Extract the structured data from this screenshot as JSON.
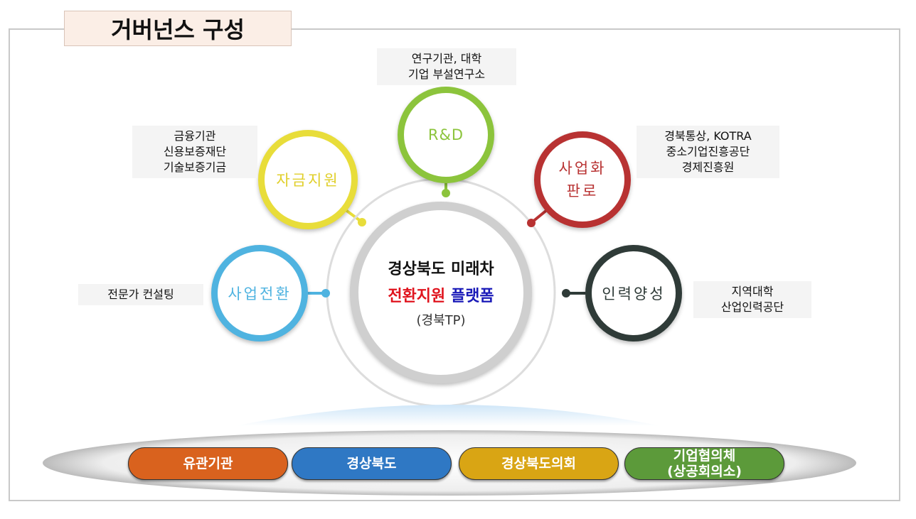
{
  "title": "거버넌스 구성",
  "center": {
    "line1": "경상북도 미래차",
    "line2_red": "전환지원",
    "line2_blue": "플랫폼",
    "line3": "(경북TP)"
  },
  "nodes": {
    "rnd": {
      "label": "R&D",
      "desc": [
        "연구기관, 대학",
        "기업 부설연구소"
      ],
      "color": "#8cc43c"
    },
    "fund": {
      "label": "자금지원",
      "desc": [
        "금융기관",
        "신용보증재단",
        "기술보증기금"
      ],
      "color": "#e8dd3a"
    },
    "market": {
      "label1": "사업화",
      "label2": "판로",
      "desc": [
        "경북통상, KOTRA",
        "중소기업진흥공단",
        "경제진흥원"
      ],
      "color": "#b83232"
    },
    "transition": {
      "label": "사업전환",
      "desc": [
        "전문가 컨설팅"
      ],
      "color": "#4fb3e0"
    },
    "hr": {
      "label": "인력양성",
      "desc": [
        "지역대학",
        "산업인력공단"
      ],
      "color": "#2f3b38"
    }
  },
  "base": [
    {
      "label": "유관기관",
      "color": "#d9621e"
    },
    {
      "label": "경상북도",
      "color": "#2f78c4"
    },
    {
      "label": "경상북도의회",
      "color": "#d9a514"
    },
    {
      "label": "기업협의체",
      "sub": "(상공회의소)",
      "color": "#5c9a3a"
    }
  ]
}
